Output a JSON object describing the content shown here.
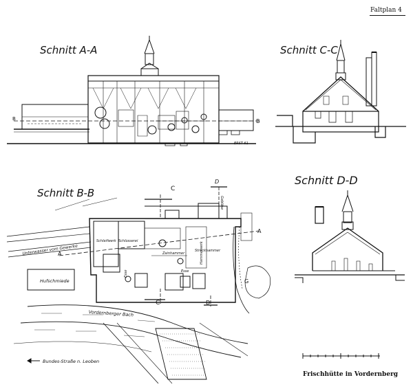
{
  "sheet_label": "Faltplan 4",
  "caption": "Frischhütte in Vordernberg",
  "sections": {
    "aa": {
      "title": "Schnitt A-A",
      "marker_left": "B",
      "marker_right": "B",
      "signature": "ERST 61"
    },
    "cc": {
      "title": "Schnitt C-C"
    },
    "bb": {
      "title": "Schnitt B-B",
      "marker_c_top": "C",
      "marker_c_bottom": "C",
      "marker_d_top": "D",
      "marker_d_bottom": "D",
      "marker_a_left": "A",
      "marker_a_right": "A",
      "marker_g": "G",
      "labels": {
        "water": "Unterwasser vom Gewerke",
        "hufschmiede": "Hufschmiede",
        "creek": "Vordernberger Bach",
        "road": "Bundes-Straße n. Leoben",
        "room1": "Schleifwerk",
        "room2": "Schlosserei",
        "room3": "Zainhammer",
        "room4": "Streckhammer",
        "room5": "Esse",
        "room6": "Esse",
        "room7": "Gebläse",
        "room8": "Hammerwerk"
      }
    },
    "dd": {
      "title": "Schnitt D-D"
    }
  },
  "scale_bar": {
    "divisions": 10
  },
  "colors": {
    "ink": "#111111",
    "paper": "#ffffff"
  }
}
